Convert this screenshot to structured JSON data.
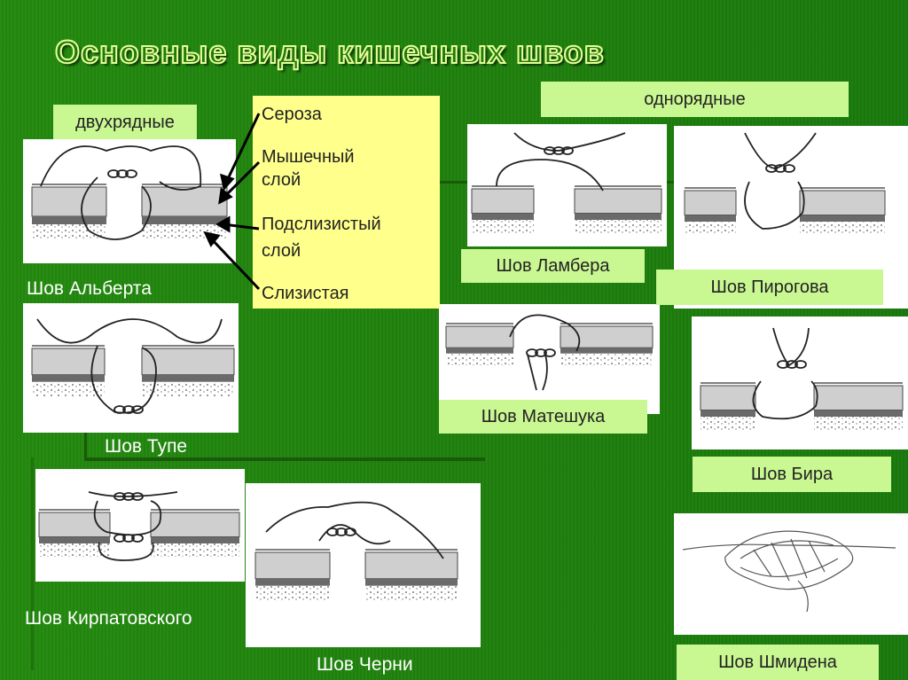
{
  "title": "Основные виды кишечных швов",
  "groups": {
    "double": "двухрядные",
    "single": "однорядные"
  },
  "layers": {
    "serosa": "Сероза",
    "muscular_1": "Мышечный",
    "muscular_2": "слой",
    "submucosa_1": "Подслизистый",
    "submucosa_2": "слой",
    "mucosa": "Слизистая"
  },
  "sutures": {
    "albert": "Шов Альберта",
    "tupe": "Шов Тупе",
    "kirpatovsky": "Шов Кирпатовского",
    "cherni": "Шов Черни",
    "lambert": "Шов Ламбера",
    "pirogov": "Шов Пирогова",
    "mateshuk": "Шов Матешука",
    "bir": "Шов Бира",
    "shmiden": "Шов Шмидена"
  },
  "colors": {
    "background": "#1f800d",
    "label_fill": "#c9f792",
    "legend_fill": "#ffff8c",
    "panel": "#ffffff"
  }
}
